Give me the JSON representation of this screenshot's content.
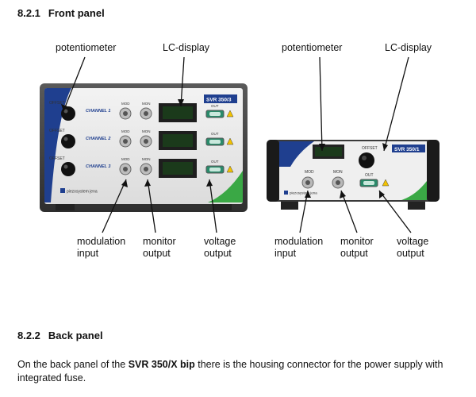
{
  "section_front": {
    "number": "8.2.1",
    "title": "Front panel"
  },
  "section_back": {
    "number": "8.2.2",
    "title": "Back panel"
  },
  "callouts": {
    "potentiometer": "potentiometer",
    "lc_display": "LC-display",
    "modulation_1": "modulation",
    "modulation_2": "input",
    "monitor_1": "monitor",
    "monitor_2": "output",
    "voltage_1": "voltage",
    "voltage_2": "output"
  },
  "device_large": {
    "model": "SVR 350/3",
    "channels": [
      "CHANNEL 1",
      "CHANNEL 2",
      "CHANNEL 3"
    ],
    "offset_label": "OFFSET",
    "mod_label": "MOD",
    "mon_label": "MON",
    "out_label": "OUT",
    "brand": "piezosystem jena"
  },
  "device_small": {
    "model": "SVR 350/1",
    "offset_label": "OFFSET",
    "mod_label": "MOD",
    "mon_label": "MON",
    "out_label": "OUT",
    "brand": "piezosystem jena"
  },
  "back_panel": {
    "text_before": "On the back panel of the ",
    "product": "SVR 350/X bip",
    "text_after": " there is the housing connector for the power supply with integrated fuse."
  },
  "colors": {
    "panel_blue": "#1f3f8f",
    "panel_green": "#3aa845",
    "display_green": "#1b3a1b"
  }
}
